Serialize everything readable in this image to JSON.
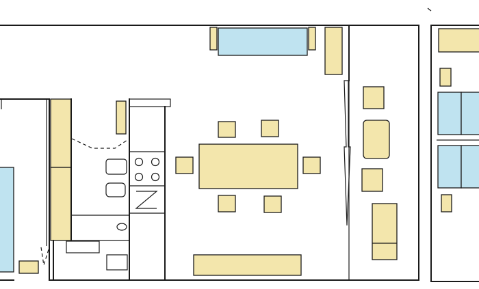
{
  "plan": {
    "colors": {
      "wall": "#1a1a1a",
      "furniture": "#f3e6ac",
      "blue_furniture": "#bfe3f0",
      "appliance": "#ffffff",
      "background": "#ffffff"
    },
    "icons": [
      "floor-plan",
      "table",
      "chair",
      "sofa",
      "sink",
      "stove",
      "bed",
      "door-swing"
    ]
  }
}
